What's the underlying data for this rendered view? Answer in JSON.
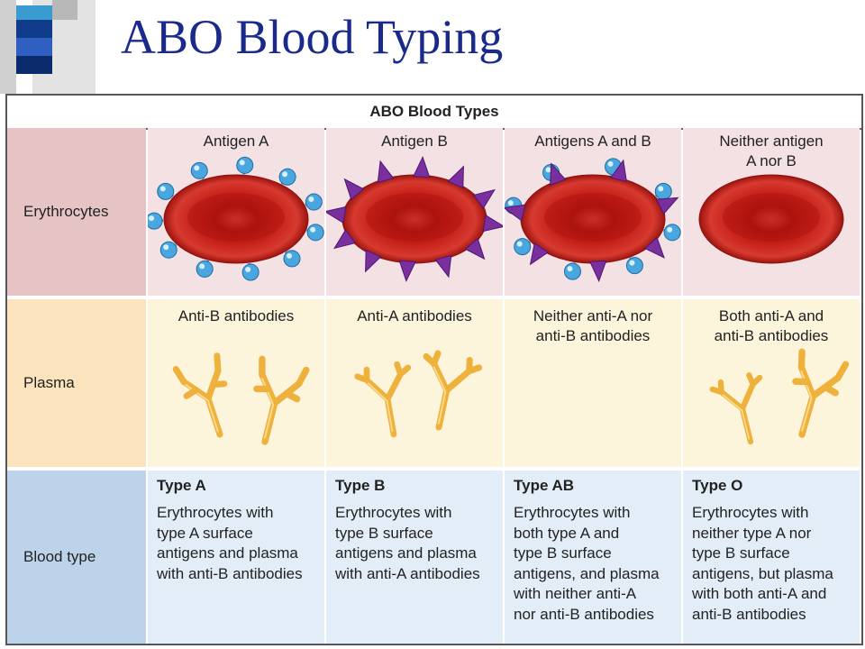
{
  "slide": {
    "title": "ABO Blood Typing"
  },
  "figure": {
    "header": "ABO Blood Types",
    "rows": {
      "erythrocytes": "Erythrocytes",
      "plasma": "Plasma",
      "blood_type": "Blood type"
    },
    "columns": [
      {
        "erythrocyte_caption": [
          "Antigen A",
          ""
        ],
        "antigens": "A",
        "plasma_caption": [
          "Anti-B antibodies",
          ""
        ],
        "antibody": "anti-B",
        "type_name": "Type A",
        "description": [
          "Erythrocytes with",
          "type A surface",
          "antigens and plasma",
          "with anti-B antibodies"
        ]
      },
      {
        "erythrocyte_caption": [
          "Antigen B",
          ""
        ],
        "antigens": "B",
        "plasma_caption": [
          "Anti-A antibodies",
          ""
        ],
        "antibody": "anti-A",
        "type_name": "Type B",
        "description": [
          "Erythrocytes with",
          "type B surface",
          "antigens and plasma",
          "with anti-A antibodies"
        ]
      },
      {
        "erythrocyte_caption": [
          "Antigens A and B",
          ""
        ],
        "antigens": "A and B",
        "plasma_caption": [
          "Neither anti-A nor",
          "anti-B antibodies"
        ],
        "antibody": "none",
        "type_name": "Type AB",
        "description": [
          "Erythrocytes with",
          "both type A and",
          "type B surface",
          "antigens, and plasma",
          "with neither anti-A",
          "nor anti-B antibodies"
        ]
      },
      {
        "erythrocyte_caption": [
          "Neither antigen",
          "A nor B"
        ],
        "antigens": "none",
        "plasma_caption": [
          "Both anti-A and",
          "anti-B antibodies"
        ],
        "antibody": "anti-A and anti-B",
        "type_name": "Type O",
        "description": [
          "Erythrocytes with",
          "neither type A nor",
          "type B surface",
          "antigens, but plasma",
          "with both anti-A and",
          "anti-B antibodies"
        ]
      }
    ]
  },
  "colors": {
    "title": "#1a2a8c",
    "antigen_a": "#4aa6de",
    "antigen_b": "#7a2f9e",
    "erythrocyte": "#c9221d",
    "antibody": "#eeb13c"
  }
}
